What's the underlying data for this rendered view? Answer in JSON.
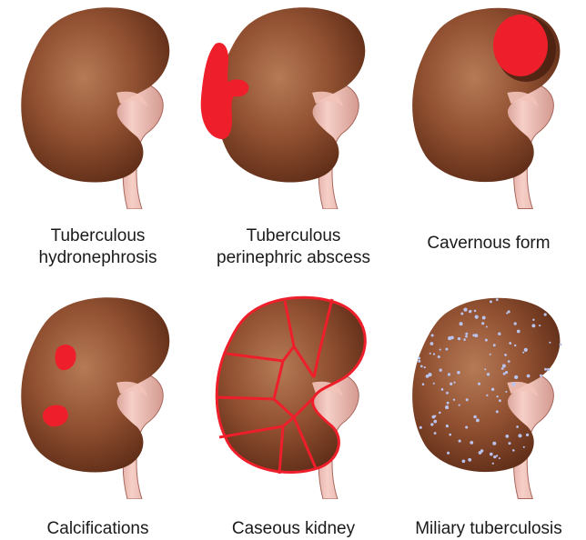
{
  "colors": {
    "kidney_light": "#b67a56",
    "kidney_mid": "#8f4f30",
    "kidney_dark": "#5e2c17",
    "pelvis_light": "#f6cfc7",
    "pelvis_dark": "#c98a80",
    "lesion_red": "#ee1f2a",
    "miliary_dot": "#b9c3ee"
  },
  "panels": [
    {
      "id": "hydronephrosis",
      "caption_lines": [
        "Tuberculous",
        "hydronephrosis"
      ]
    },
    {
      "id": "perinephric-abscess",
      "caption_lines": [
        "Tuberculous",
        "perinephric abscess"
      ]
    },
    {
      "id": "cavernous",
      "caption_lines": [
        "Cavernous form"
      ]
    },
    {
      "id": "calcifications",
      "caption_lines": [
        "Calcifications"
      ]
    },
    {
      "id": "caseous",
      "caption_lines": [
        "Caseous kidney"
      ]
    },
    {
      "id": "miliary",
      "caption_lines": [
        "Miliary tuberculosis"
      ]
    }
  ]
}
